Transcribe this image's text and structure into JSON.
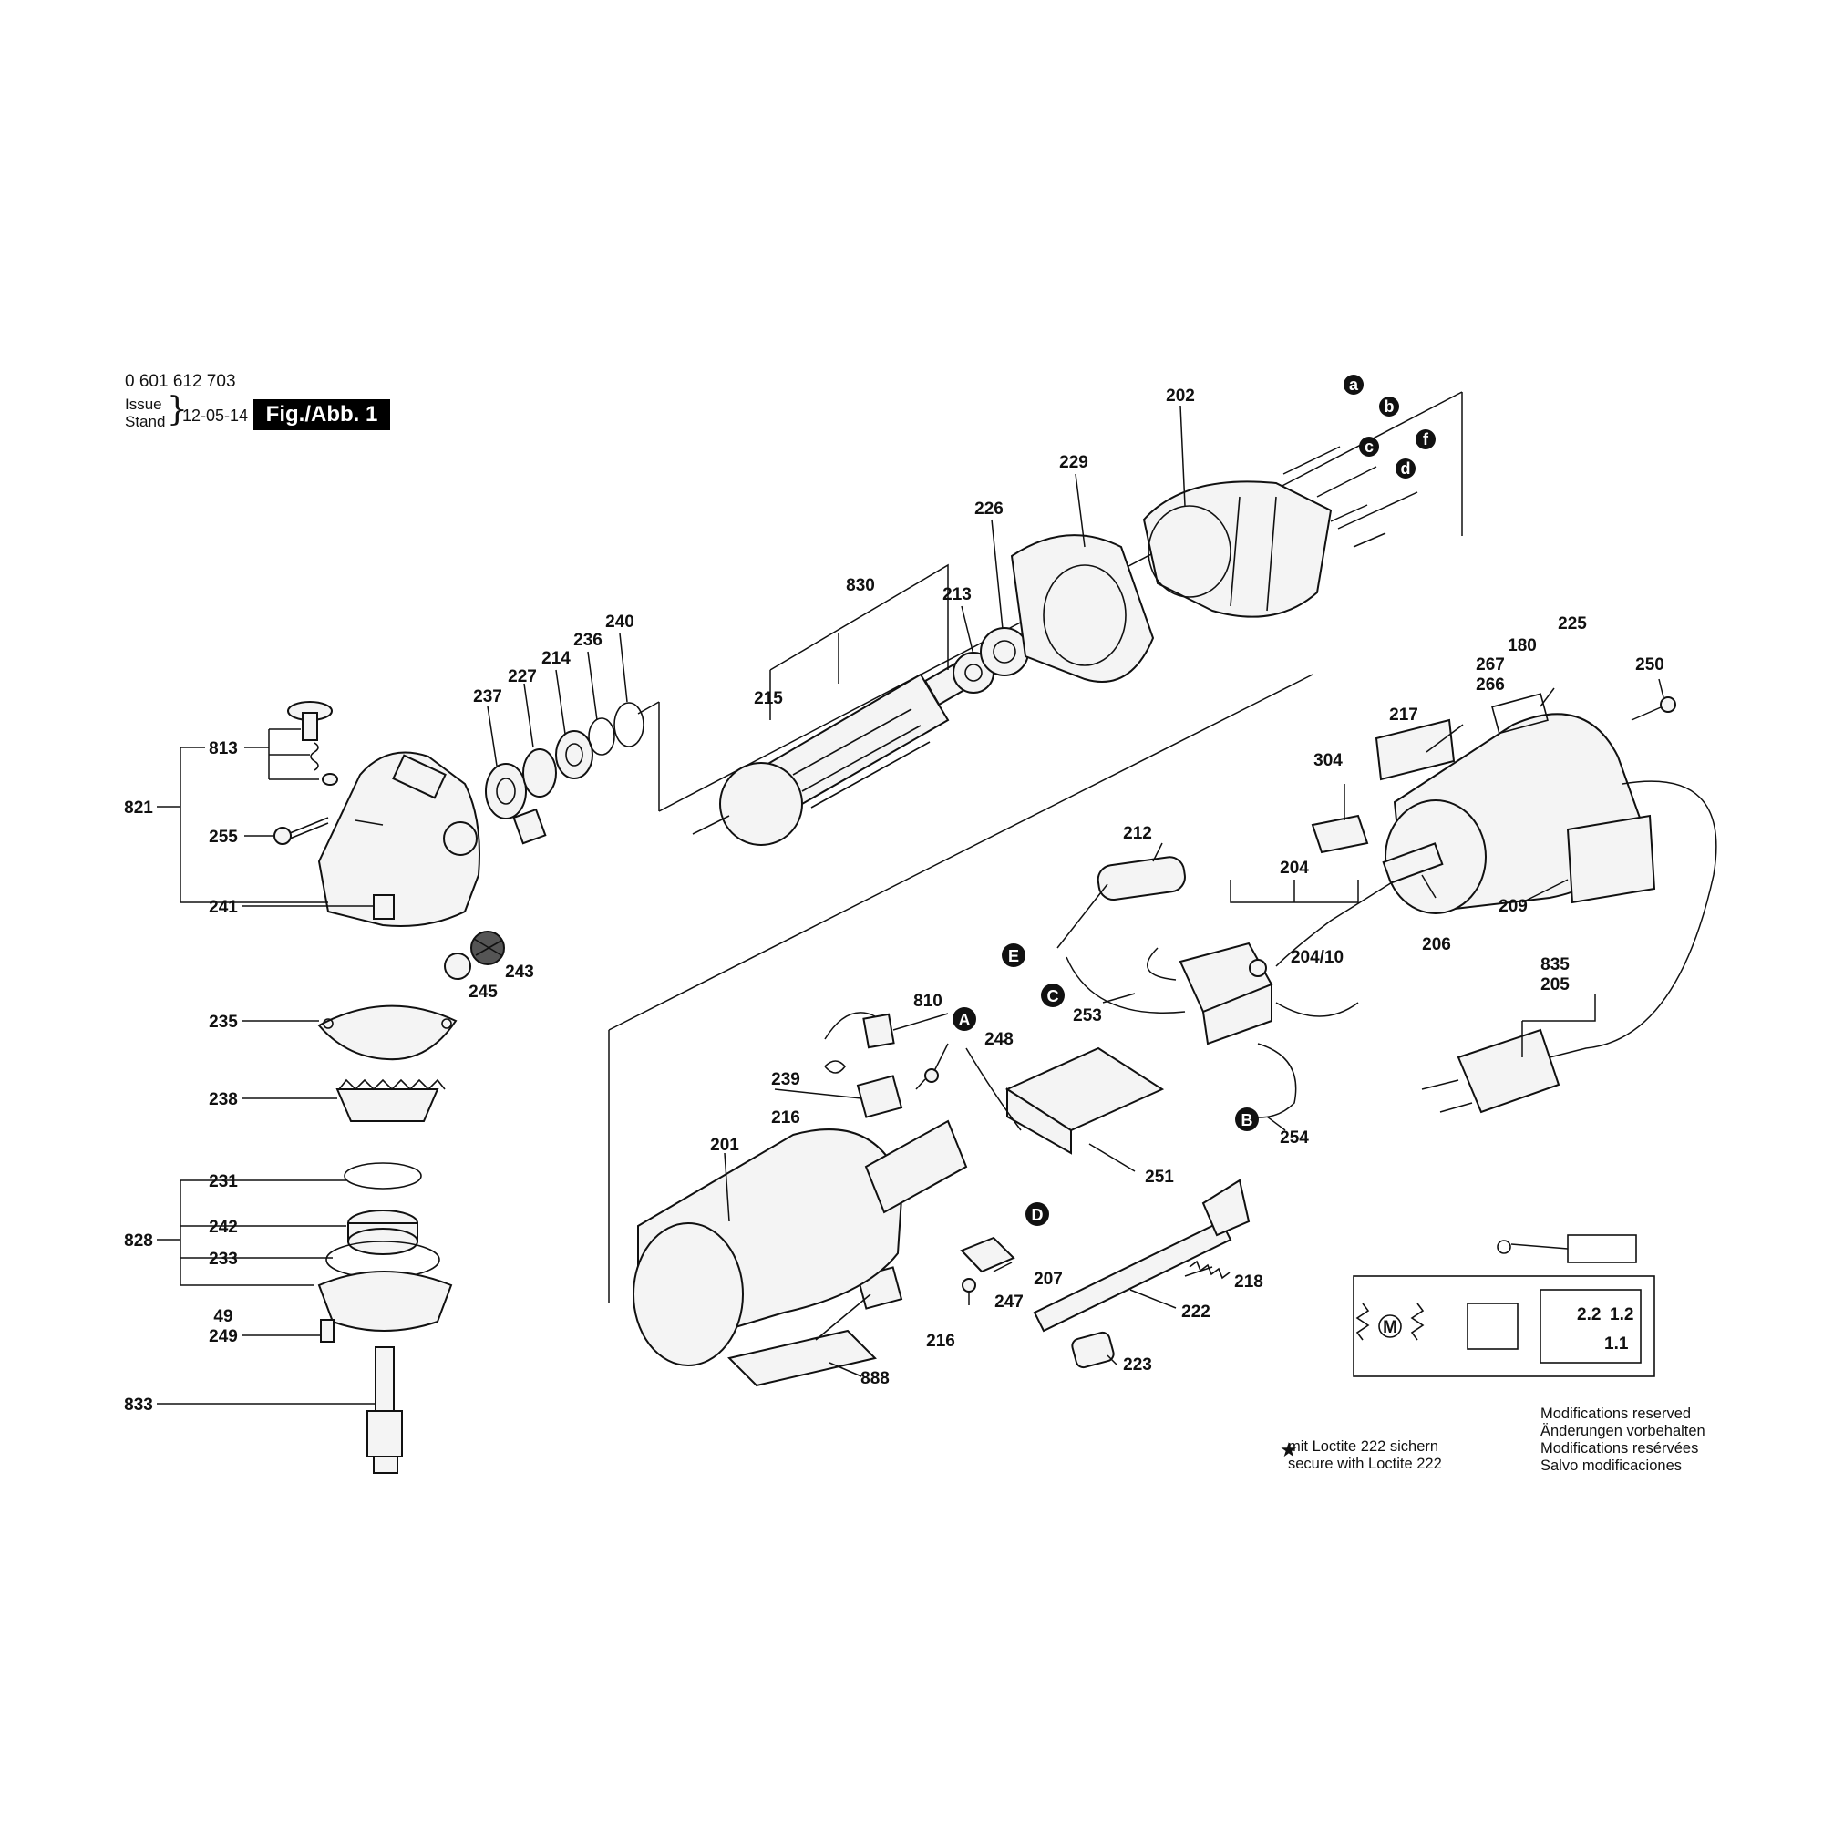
{
  "header": {
    "document_number": "0 601 612 703",
    "issue_label": "Issue",
    "stand_label": "Stand",
    "issue_date": "12-05-14",
    "figure_label": "Fig./Abb. 1"
  },
  "part_labels": {
    "p202": "202",
    "p229": "229",
    "p226": "226",
    "p830": "830",
    "p213": "213",
    "p215": "215",
    "p240": "240",
    "p236": "236",
    "p214": "214",
    "p227": "227",
    "p237": "237",
    "p813": "813",
    "p821": "821",
    "p255": "255",
    "p241": "241",
    "p245": "245",
    "p243": "243",
    "p235": "235",
    "p238": "238",
    "p231": "231",
    "p828": "828",
    "p242": "242",
    "p233": "233",
    "p49": "49",
    "p249": "249",
    "p833": "833",
    "p225": "225",
    "p180": "180",
    "p267": "267",
    "p266": "266",
    "p250": "250",
    "p217": "217",
    "p304": "304",
    "p212": "212",
    "p204": "204",
    "p204_10": "204/10",
    "p206": "206",
    "p209": "209",
    "p253": "253",
    "p835": "835",
    "p205": "205",
    "p810": "810",
    "p248": "248",
    "p239": "239",
    "p216a": "216",
    "p216b": "216",
    "p201": "201",
    "p251": "251",
    "p254": "254",
    "p207": "207",
    "p247": "247",
    "p218": "218",
    "p222": "222",
    "p223": "223",
    "p888": "888"
  },
  "wire_markers": {
    "a": "a",
    "b": "b",
    "c": "c",
    "d": "d",
    "f": "f",
    "A": "A",
    "B": "B",
    "C": "C",
    "D": "D",
    "E": "E"
  },
  "schematic": {
    "motor_symbol": "M",
    "contact_22": "2.2",
    "contact_12": "1.2",
    "contact_11": "1.1"
  },
  "notes": {
    "loctite_de": "mit Loctite 222 sichern",
    "loctite_en": "secure with Loctite 222",
    "mod_en": "Modifications reserved",
    "mod_de": "Änderungen vorbehalten",
    "mod_fr": "Modifications resérvées",
    "mod_es": "Salvo modificaciones",
    "star_symbol": "★"
  }
}
